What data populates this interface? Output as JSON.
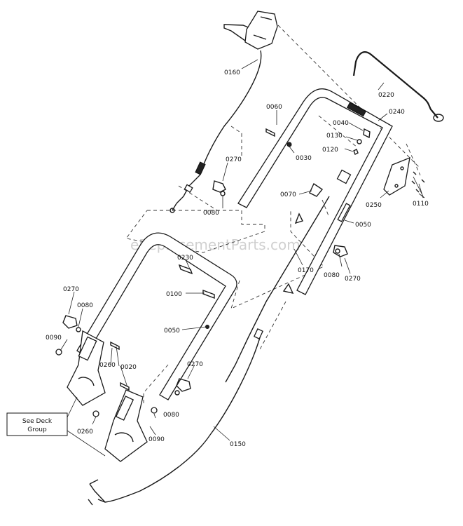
{
  "watermark": "eReplacementParts.com",
  "callout_box": {
    "line1": "See Deck",
    "line2": "Group"
  },
  "labels": {
    "p0160": "0160",
    "p0220": "0220",
    "p0240": "0240",
    "p0060": "0060",
    "p0040": "0040",
    "p0130": "0130",
    "p0120": "0120",
    "p0030": "0030",
    "p0270_a": "0270",
    "p0080_a": "0080",
    "p0070": "0070",
    "p0250": "0250",
    "p0110": "0110",
    "p0050_a": "0050",
    "p0230": "0230",
    "p0100": "0100",
    "p0170": "0170",
    "p0080_b": "0080",
    "p0270_b": "0270",
    "p0270_c": "0270",
    "p0080_c": "0080",
    "p0090_a": "0090",
    "p0050_b": "0050",
    "p0260_a": "0260",
    "p0020": "0020",
    "p0270_d": "0270",
    "p0080_d": "0080",
    "p0260_b": "0260",
    "p0090_b": "0090",
    "p0150": "0150"
  }
}
